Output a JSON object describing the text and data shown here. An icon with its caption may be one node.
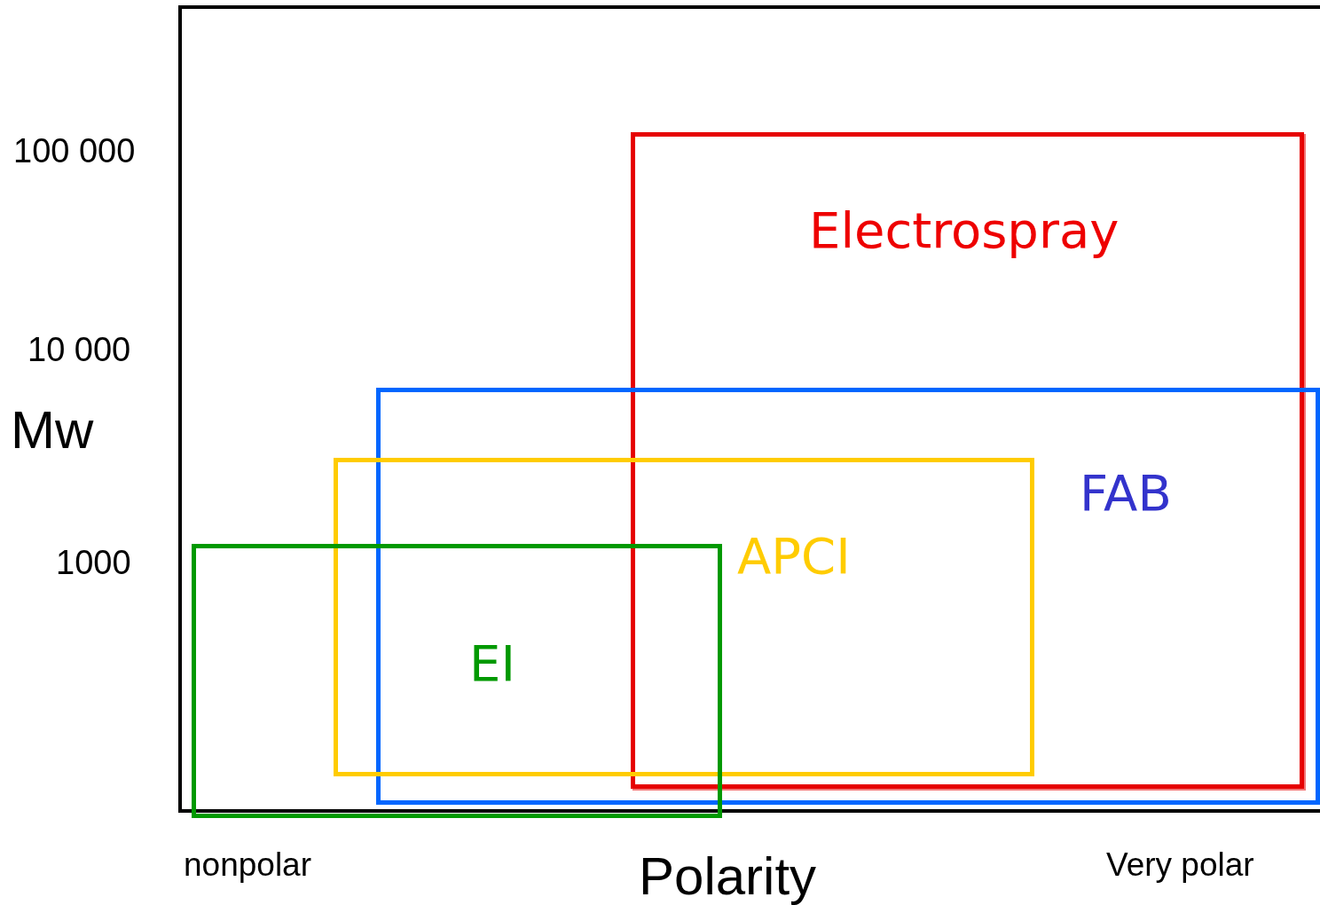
{
  "diagram": {
    "nodes": [
      {
        "text": [
          "Electrospray"
        ]
      },
      {
        "text": [
          "FAB"
        ]
      },
      {
        "text": [
          "APCI"
        ]
      },
      {
        "text": [
          "EI"
        ]
      }
    ],
    "edges": [],
    "labels": [
      "100 000",
      "10 000",
      "Mw",
      "1000",
      "nonpolar",
      "Polarity",
      "Very polar"
    ]
  }
}
